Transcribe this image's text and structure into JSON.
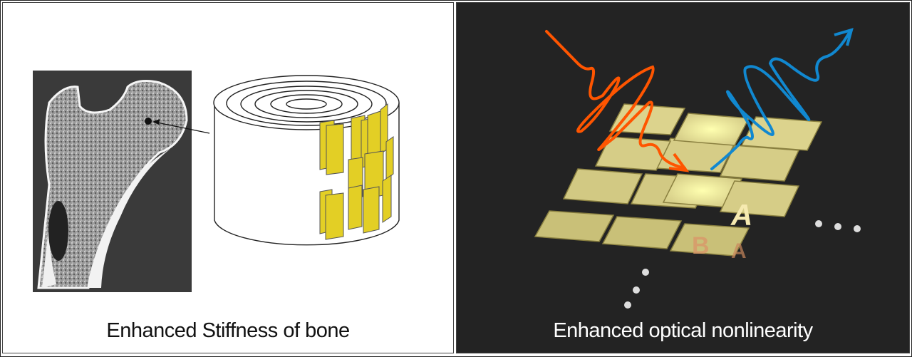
{
  "left_panel": {
    "caption": "Enhanced Stiffness of bone",
    "background": "#ffffff",
    "elements": [
      "femur-xray",
      "pointer-arrow",
      "lamellar-cylinder",
      "mineral-platelets"
    ],
    "platelet_color": "#e3cf25"
  },
  "right_panel": {
    "caption": "Enhanced optical nonlinearity",
    "background": "#232323",
    "incident_wave_color": "#ff5500",
    "emitted_wave_color": "#1188d0",
    "tile_color": "#d8d08a",
    "letters": [
      "A",
      "B",
      "A"
    ],
    "ellipsis": [
      "...",
      "..."
    ]
  }
}
